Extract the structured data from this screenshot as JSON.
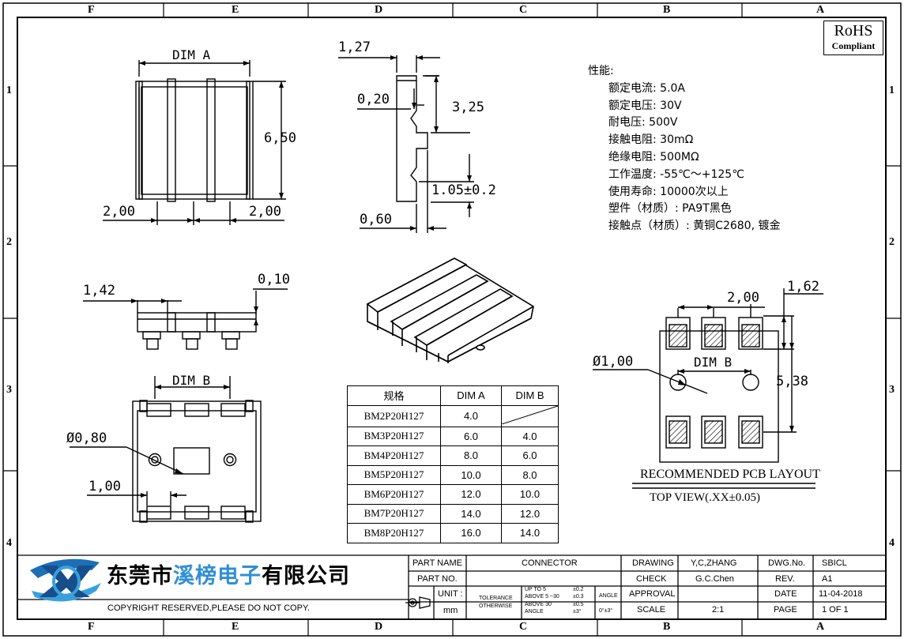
{
  "border": {
    "columns": [
      "F",
      "E",
      "D",
      "C",
      "B",
      "A"
    ],
    "rows": [
      "1",
      "2",
      "3",
      "4"
    ]
  },
  "rohs": {
    "line1": "RoHS",
    "line2": "Compliant"
  },
  "specs": {
    "title": "性能:",
    "lines": [
      "额定电流: 5.0A",
      "额定电压: 30V",
      "耐电压: 500V",
      "接触电阻: 30mΩ",
      "绝缘电阻: 500MΩ",
      "工作温度: -55℃～+125℃",
      "使用寿命: 10000次以上",
      "塑件（材质）: PA9T黑色",
      "接触点（材质）: 黄铜C2680, 镀金"
    ]
  },
  "dims": {
    "dim_a": "DIM A",
    "dim_b": "DIM B",
    "v650": "6,50",
    "v200l": "2,00",
    "v200r": "2,00",
    "v127": "1,27",
    "v020": "0,20",
    "v325": "3,25",
    "v105": "1.05±0.2",
    "v060": "0,60",
    "v142": "1,42",
    "v010": "0,10",
    "v080": "Ø0,80",
    "v100": "1,00",
    "p200": "2,00",
    "p162": "1,62",
    "p100": "Ø1,00",
    "p538": "5,38",
    "pdimb": "DIM B"
  },
  "table": {
    "headers": [
      "规格",
      "DIM A",
      "DIM B"
    ],
    "rows": [
      [
        "BM2P20H127",
        "4.0",
        ""
      ],
      [
        "BM3P20H127",
        "6.0",
        "4.0"
      ],
      [
        "BM4P20H127",
        "8.0",
        "6.0"
      ],
      [
        "BM5P20H127",
        "10.0",
        "8.0"
      ],
      [
        "BM6P20H127",
        "12.0",
        "10.0"
      ],
      [
        "BM7P20H127",
        "14.0",
        "12.0"
      ],
      [
        "BM8P20H127",
        "16.0",
        "14.0"
      ]
    ]
  },
  "pcb": {
    "title": "RECOMMENDED PCB LAYOUT",
    "subtitle": "TOP VIEW(.XX±0.05)"
  },
  "title_block": {
    "company": "东莞市溪榜电子有限公司",
    "company_highlight": "溪榜电子",
    "copyright": "COPYRIGHT RESERVED,PLEASE DO NOT COPY.",
    "part_name_label": "PART NAME",
    "part_name": "CONNECTOR",
    "part_no_label": "PART NO.",
    "unit_label": "UNIT :",
    "unit": "mm",
    "tolerance": "TOLERANCE",
    "otherwise": "OTHERWISE",
    "tol_rows": [
      [
        "UP TO 5",
        "±0.2"
      ],
      [
        "ABOVE 5 ~30",
        "±0.3"
      ],
      [
        "ABOVE 30",
        "±0.5"
      ],
      [
        "ANGLE",
        "±3°"
      ]
    ],
    "angle_label": "ANGLE",
    "angle_value": "0°±3°",
    "drawing_label": "DRAWING",
    "drawing": "Y,C,ZHANG",
    "check_label": "CHECK",
    "check": "G.C.Chen",
    "approval_label": "APPROVAL",
    "scale_label": "SCALE",
    "scale": "2:1",
    "dwg_label": "DWG.No.",
    "dwg": "SBICL",
    "rev_label": "REV.",
    "rev": "A1",
    "date_label": "DATE",
    "date": "11-04-2018",
    "page_label": "PAGE",
    "page": "1 OF 1"
  }
}
